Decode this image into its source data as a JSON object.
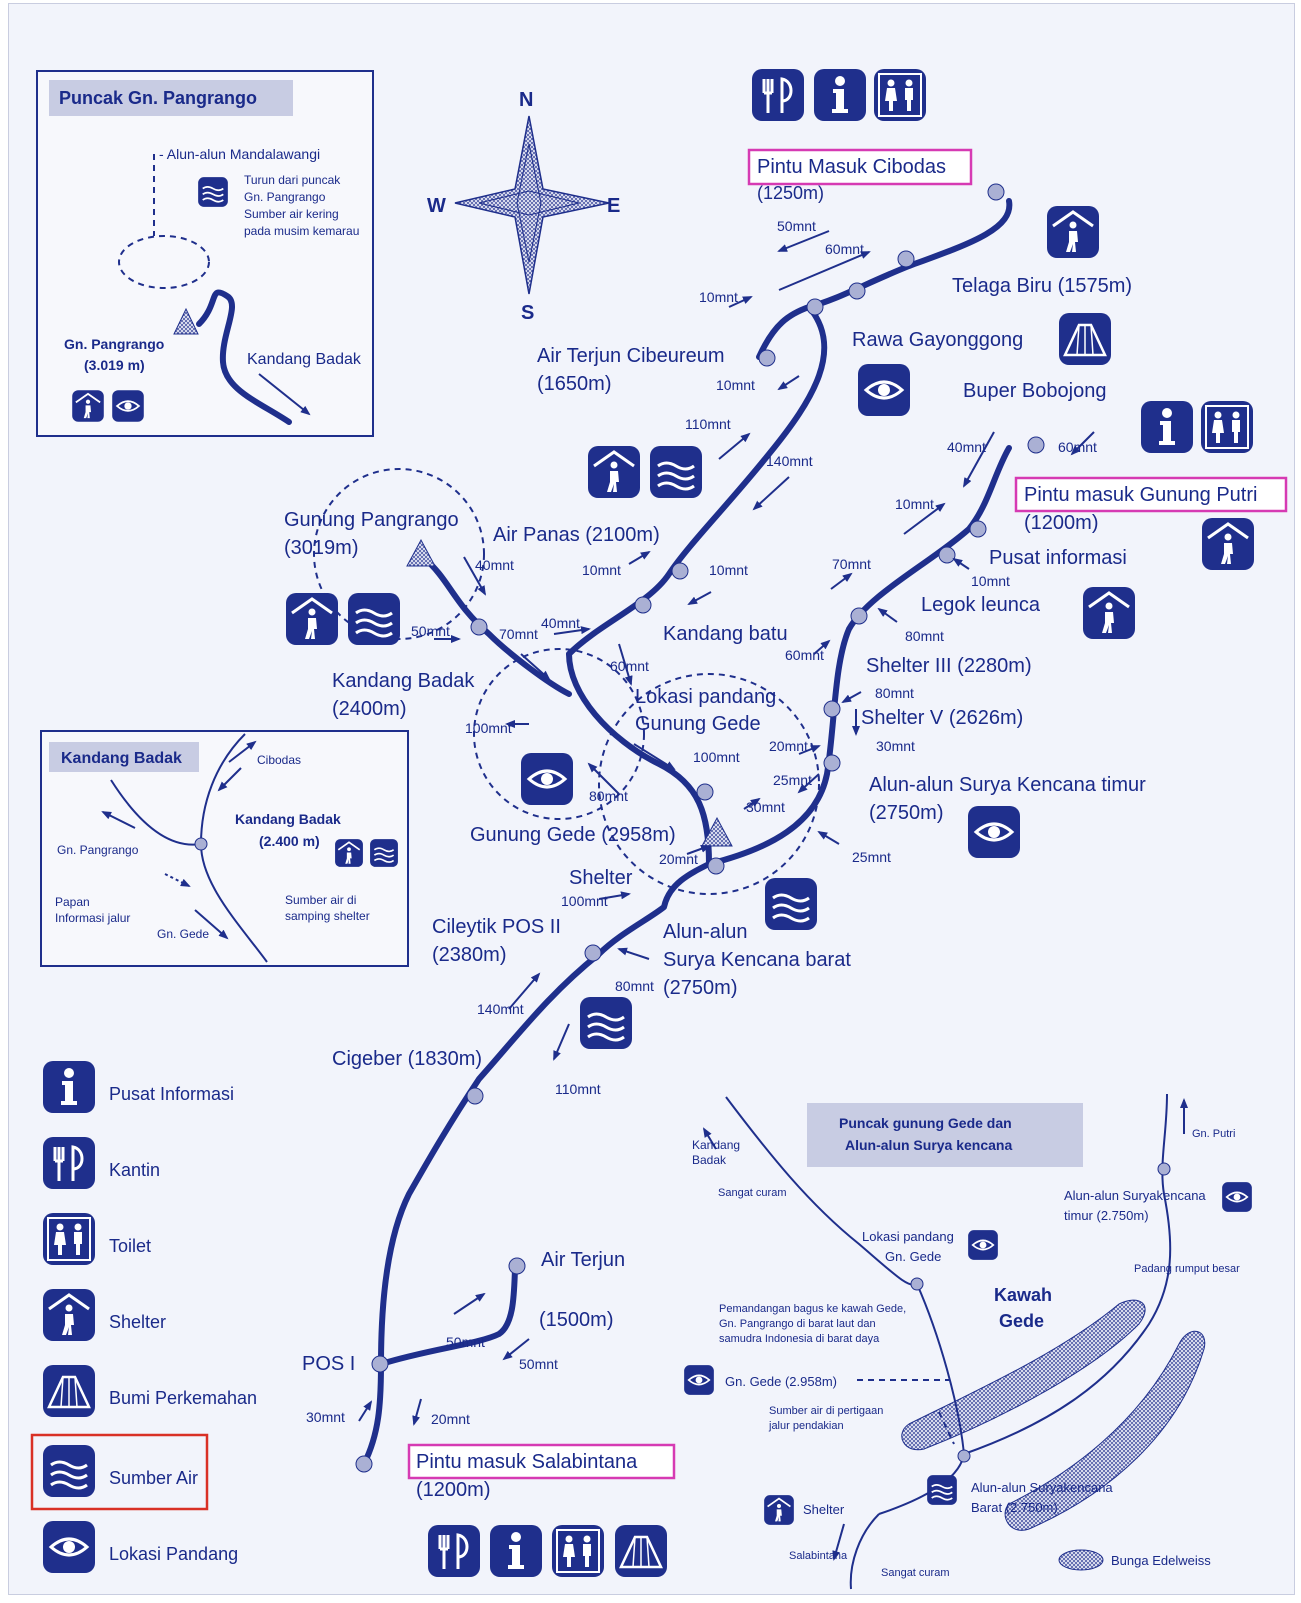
{
  "compass": {
    "n": "N",
    "s": "S",
    "e": "E",
    "w": "W"
  },
  "inset_pangrango": {
    "title": "Puncak Gn. Pangrango",
    "alun": "- Alun-alun Mandalawangi",
    "note1": "Turun dari puncak",
    "note2": "Gn. Pangrango",
    "note3": "Sumber air kering",
    "note4": "pada musim kemarau",
    "peak_name": "Gn. Pangrango",
    "peak_alt": "(3.019 m)",
    "kandang": "Kandang Badak"
  },
  "inset_kandang": {
    "title": "Kandang Badak",
    "cibodas": "Cibodas",
    "name": "Kandang Badak",
    "alt": "(2.400 m)",
    "pangrango": "Gn. Pangrango",
    "papan1": "Papan",
    "papan2": "Informasi jalur",
    "gede": "Gn. Gede",
    "sumber1": "Sumber air di",
    "sumber2": "samping shelter"
  },
  "inset_gede": {
    "title1": "Puncak gunung Gede dan",
    "title2": "Alun-alun Surya kencana",
    "kandang1": "Kandang",
    "kandang2": "Badak",
    "curam1": "Sangat curam",
    "gputri": "Gn. Putri",
    "alun_timur1": "Alun-alun Suryakencana",
    "alun_timur2": "timur (2.750m)",
    "padang": "Padang rumput besar",
    "lokasi1": "Lokasi pandang",
    "lokasi2": "Gn. Gede",
    "kawah1": "Kawah",
    "kawah2": "Gede",
    "pem1": "Pemandangan bagus ke kawah Gede,",
    "pem2": "Gn. Pangrango di barat laut dan",
    "pem3": "samudra Indonesia di barat daya",
    "ggede": "Gn. Gede (2.958m)",
    "sumber1": "Sumber air di pertigaan",
    "sumber2": "jalur pendakian",
    "shelter": "Shelter",
    "alun_barat1": "Alun-alun Suryakencana",
    "alun_barat2": "Barat (2.750m)",
    "salabintana": "Salabintana",
    "curam2": "Sangat curam",
    "edelweiss": "Bunga Edelweiss"
  },
  "places": {
    "cibodas": "Pintu Masuk Cibodas",
    "cibodas_alt": "(1250m)",
    "telaga": "Telaga Biru (1575m)",
    "rawa": "Rawa Gayonggong",
    "buper": "Buper Bobojong",
    "cibeureum": "Air Terjun Cibeureum",
    "cibeureum_alt": "(1650m)",
    "gputri": "Pintu masuk Gunung Putri",
    "gputri_alt": "(1200m)",
    "pusat": "Pusat informasi",
    "legok": "Legok leunca",
    "shelter3": "Shelter III (2280m)",
    "shelter5": "Shelter V (2626m)",
    "alun_timur": "Alun-alun Surya Kencana timur",
    "alun_timur_alt": "(2750m)",
    "pangrango": "Gunung Pangrango",
    "pangrango_alt": "(3019m)",
    "airpanas": "Air Panas (2100m)",
    "kandangbatu": "Kandang batu",
    "kandangbadak": "Kandang Badak",
    "kandangbadak_alt": "(2400m)",
    "lokasi1": "Lokasi pandang",
    "lokasi2": "Gunung Gede",
    "gede": "Gunung Gede (2958m)",
    "shelter": "Shelter",
    "cileytik": "Cileytik POS II",
    "cileytik_alt": "(2380m)",
    "alun_barat1": "Alun-alun",
    "alun_barat2": "Surya Kencana barat",
    "alun_barat_alt": "(2750m)",
    "cigeber": "Cigeber (1830m)",
    "airterjun": "Air Terjun",
    "airterjun_alt": "(1500m)",
    "pos1": "POS I",
    "salabintana": "Pintu masuk Salabintana",
    "salabintana_alt": "(1200m)"
  },
  "times": {
    "t01": "50mnt",
    "t02": "60mnt",
    "t03": "10mnt",
    "t04": "10mnt",
    "t05": "110mnt",
    "t06": "140mnt",
    "t07": "40mnt",
    "t08": "60mnt",
    "t09": "10mnt",
    "t10": "10mnt",
    "t11": "70mnt",
    "t12": "80mnt",
    "t13": "60mnt",
    "t14": "80mnt",
    "t15": "30mnt",
    "t16": "20mnt",
    "t17": "25mnt",
    "t18": "30mnt",
    "t19": "25mnt",
    "t20": "40mnt",
    "t21": "50mnt",
    "t22": "70mnt",
    "t23": "40mnt",
    "t24": "10mnt",
    "t25": "10mnt",
    "t26": "60mnt",
    "t27": "100mnt",
    "t28": "100mnt",
    "t29": "80mnt",
    "t30": "20mnt",
    "t31": "100mnt",
    "t32": "80mnt",
    "t33": "140mnt",
    "t34": "110mnt",
    "t35": "50mnt",
    "t36": "50mnt",
    "t37": "30mnt",
    "t38": "20mnt"
  },
  "legend": [
    {
      "label": "Pusat Informasi",
      "icon": "info-icon"
    },
    {
      "label": "Kantin",
      "icon": "canteen-icon"
    },
    {
      "label": "Toilet",
      "icon": "toilet-icon"
    },
    {
      "label": "Shelter",
      "icon": "shelter-icon"
    },
    {
      "label": "Bumi Perkemahan",
      "icon": "camp-icon"
    },
    {
      "label": "Sumber Air",
      "icon": "water-icon"
    },
    {
      "label": "Lokasi Pandang",
      "icon": "viewpoint-icon"
    }
  ],
  "colors": {
    "ink": "#1f2f8c",
    "paper": "#f2f4fb",
    "highlight_pink": "#d63ab3",
    "highlight_red": "#d93025"
  }
}
